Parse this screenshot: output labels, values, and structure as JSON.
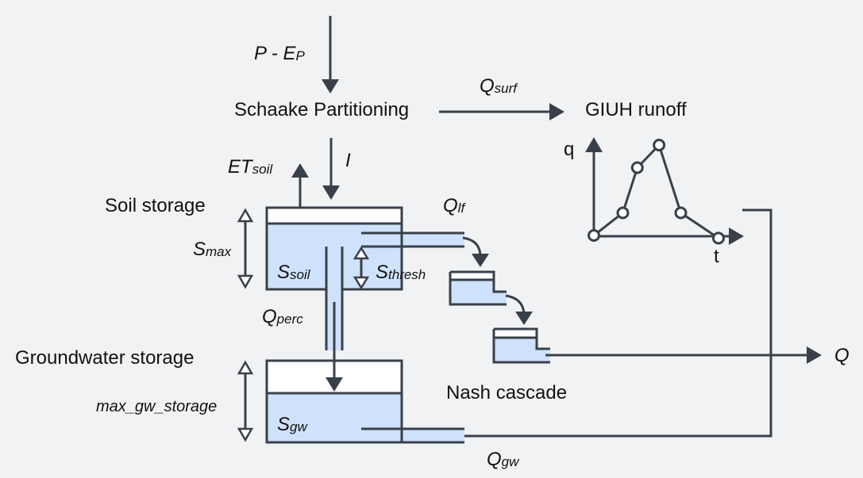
{
  "diagram": {
    "inputs": {
      "forcing": {
        "main": "P - E",
        "sub": "P"
      },
      "infiltration": {
        "main": "I",
        "sub": ""
      },
      "et_soil": {
        "main": "ET",
        "sub": "soil"
      }
    },
    "blocks": {
      "schaake": "Schaake Partitioning",
      "giuh": "GIUH runoff",
      "soil_storage": "Soil storage",
      "groundwater_storage": "Groundwater storage",
      "nash_cascade": "Nash cascade"
    },
    "fluxes": {
      "q_surf": {
        "main": "Q",
        "sub": "surf"
      },
      "q_lf": {
        "main": "Q",
        "sub": "lf"
      },
      "q_perc": {
        "main": "Q",
        "sub": "perc"
      },
      "q_gw": {
        "main": "Q",
        "sub": "gw"
      },
      "q_out": {
        "main": "Q",
        "sub": ""
      }
    },
    "states": {
      "s_max": {
        "main": "S",
        "sub": "max"
      },
      "s_soil": {
        "main": "S",
        "sub": "soil"
      },
      "s_thresh": {
        "main": "S",
        "sub": "thresh"
      },
      "s_gw": {
        "main": "S",
        "sub": "gw"
      },
      "max_gw_storage": "max_gw_storage"
    },
    "giuh_plot": {
      "y_axis_label": "q",
      "x_axis_label": "t",
      "points": [
        [
          0,
          0
        ],
        [
          1,
          0.25
        ],
        [
          1.5,
          0.75
        ],
        [
          2.25,
          1.0
        ],
        [
          3.0,
          0.25
        ],
        [
          4.3,
          -0.03
        ]
      ]
    },
    "colors": {
      "background": "#f1f2f4",
      "line": "#3a404a",
      "water": "#cfe2fb",
      "air": "#ffffff"
    }
  }
}
